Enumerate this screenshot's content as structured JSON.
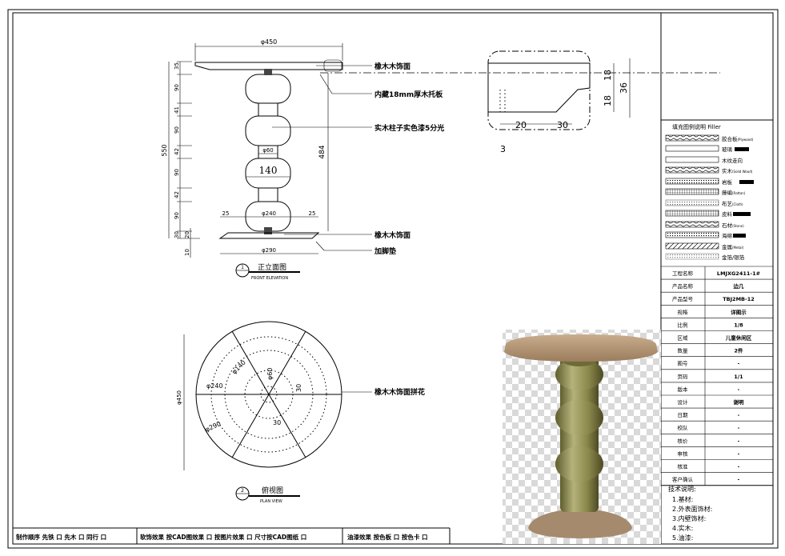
{
  "front_elevation": {
    "title_cn": "正立面图",
    "title_en": "FRONT ELEVATION",
    "number": "1",
    "dims": {
      "top_width": "φ450",
      "total_height": "550",
      "segments": [
        "35",
        "90",
        "41",
        "90",
        "42",
        "90",
        "42",
        "90",
        "30",
        "20",
        "10"
      ],
      "neck": "φ60",
      "ball": "140",
      "base_inner": "φ240",
      "base_offset_left": "25",
      "base_offset_right": "25",
      "base": "φ290",
      "column_height": "484"
    },
    "callouts": [
      "橡木木饰面",
      "内藏18mm厚木托板",
      "实木柱子实色漆5分光",
      "橡木木饰面",
      "加脚垫"
    ]
  },
  "section_detail": {
    "dims": {
      "d1": "18",
      "d2": "18",
      "total": "36",
      "bottom_a": "20",
      "bottom_b": "30",
      "note": "3"
    }
  },
  "plan_view": {
    "title_cn": "俯视图",
    "title_en": "PLAN VIEW",
    "number": "2",
    "dims": {
      "overall": "φ450",
      "d240": "φ240",
      "d290": "φ290",
      "d140": "φ140",
      "d60": "φ60",
      "c30a": "30",
      "c30b": "30"
    },
    "callout": "橡木木饰面拼花"
  },
  "legend": {
    "title": "填充图例说明  Filler",
    "items": [
      {
        "label": "胶合板",
        "en": "(Plywood)"
      },
      {
        "label": "玻璃",
        "en": ""
      },
      {
        "label": "木纹走向",
        "en": ""
      },
      {
        "label": "实木",
        "en": "(Solid Wood)"
      },
      {
        "label": "岩板",
        "en": ""
      },
      {
        "label": "藤编",
        "en": "(Rattan)"
      },
      {
        "label": "布艺",
        "en": "(Cloth)"
      },
      {
        "label": "皮料",
        "en": ""
      },
      {
        "label": "石材",
        "en": "(Stone)"
      },
      {
        "label": "海绵",
        "en": ""
      },
      {
        "label": "金属",
        "en": "(Metal)"
      },
      {
        "label": "金箔/银箔",
        "en": ""
      }
    ]
  },
  "info_table": [
    {
      "label": "工程名称",
      "value": "LMJXG2411-1#"
    },
    {
      "label": "产品名称",
      "value": "边几"
    },
    {
      "label": "产品型号",
      "value": "TBJ2MB-12"
    },
    {
      "label": "规格",
      "value": "详图示"
    },
    {
      "label": "比例",
      "value": "1/8"
    },
    {
      "label": "区域",
      "value": "儿童休闲区"
    },
    {
      "label": "数量",
      "value": "2件"
    },
    {
      "label": "图号",
      "value": "-"
    },
    {
      "label": "页码",
      "value": "1/1"
    },
    {
      "label": "版本",
      "value": "-"
    },
    {
      "label": "设计",
      "value": "谢明"
    },
    {
      "label": "日期",
      "value": "-"
    },
    {
      "label": "校队",
      "value": "-"
    },
    {
      "label": "核价",
      "value": "-"
    },
    {
      "label": "审核",
      "value": "-"
    },
    {
      "label": "核准",
      "value": "-"
    },
    {
      "label": "客户确认",
      "value": "-"
    }
  ],
  "tech_notes": {
    "title": "技术说明:",
    "items": [
      "1.基材:",
      "2.外表面饰材:",
      "3.内壁饰材:",
      "4.实木:",
      "5.油漆:"
    ]
  },
  "bottom_bar": {
    "sections": [
      "制作顺序  先铁 口  先木 口   同行 口",
      "软饰效果    按CAD图效果 口     按图片效果 口     尺寸按CAD图纸 口",
      "油漆效果  按色板 口   按色卡 口"
    ]
  },
  "colors": {
    "line": "#000000",
    "wood_top": "#b89a7a",
    "column": "#8f8c4e",
    "checker": "#d9d9d9"
  }
}
